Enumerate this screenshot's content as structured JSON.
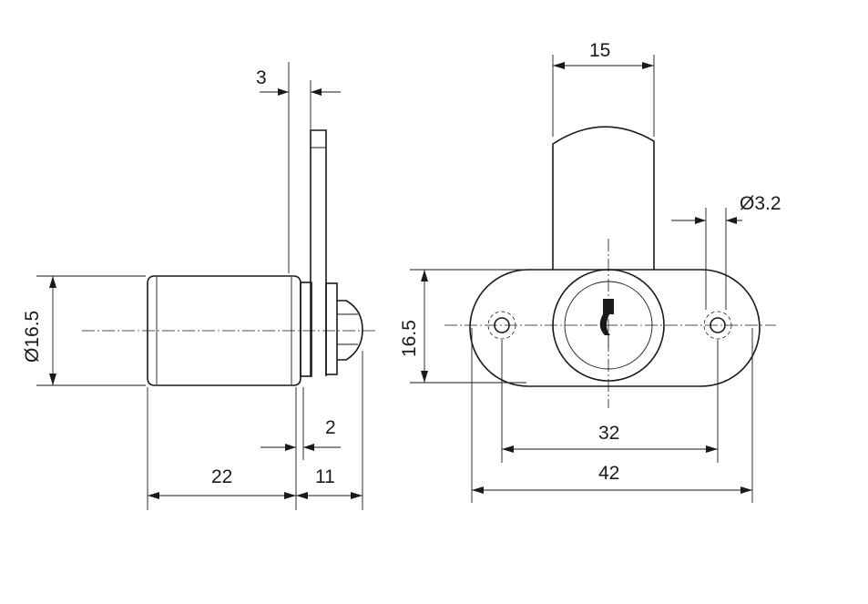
{
  "dimensions": {
    "flat_thickness": "3",
    "cylinder_diameter": "Ø16.5",
    "flange_gap": "2",
    "cylinder_length": "22",
    "front_length": "11",
    "bolt_width": "15",
    "hole_diameter": "Ø3.2",
    "flange_height": "16.5",
    "hole_spacing": "32",
    "flange_width": "42"
  }
}
